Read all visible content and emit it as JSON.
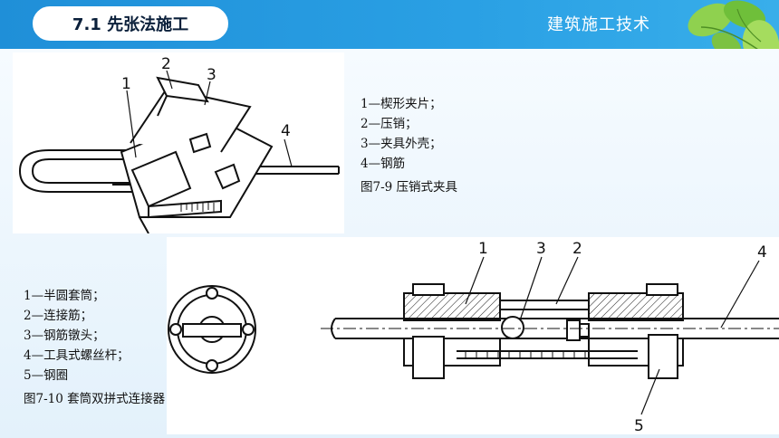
{
  "header": {
    "section_title": "7.1  先张法施工",
    "course_title": "建筑施工技术"
  },
  "figure_7_9": {
    "labels": [
      "1",
      "2",
      "3",
      "4"
    ],
    "legend": [
      "1—楔形夹片；",
      "2—压销；",
      "3—夹具外壳；",
      "4—钢筋"
    ],
    "caption": "图7-9  压销式夹具"
  },
  "figure_7_10": {
    "labels": [
      "1",
      "3",
      "2",
      "4",
      "5"
    ],
    "legend": [
      "1—半圆套筒；",
      "2—连接筋；",
      "3—钢筋镦头；",
      "4—工具式螺丝杆；",
      "5—钢圈"
    ],
    "caption": "图7-10  套筒双拼式连接器"
  },
  "colors": {
    "header_blue": "#2196e0",
    "title_text": "#0a1f3a",
    "leaf_green": "#7cc242"
  },
  "icons": [
    "leaves-decoration"
  ]
}
